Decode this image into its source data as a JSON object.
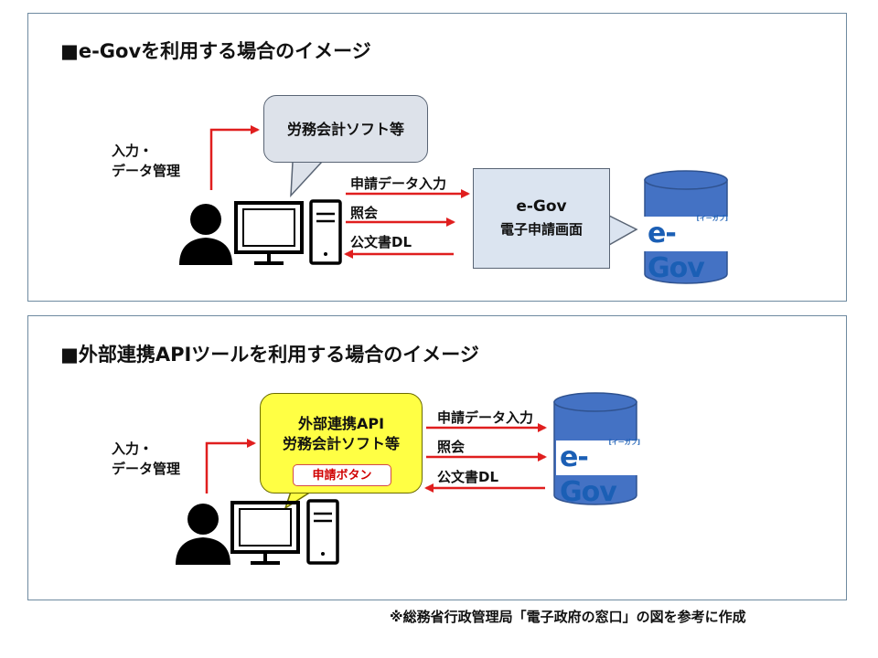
{
  "panel1": {
    "title": "■e-Govを利用する場合のイメージ",
    "input_label": "入力・\nデータ管理",
    "bubble": "労務会計ソフト等",
    "arrow_submit": "申請データ入力",
    "arrow_query": "照会",
    "arrow_download": "公文書DL",
    "screen_title": "e-Gov",
    "screen_subtitle": "電子申請画面",
    "logo_main": "e-Gov",
    "logo_kana": "[イーガブ]"
  },
  "panel2": {
    "title": "■外部連携APIツールを利用する場合のイメージ",
    "input_label": "入力・\nデータ管理",
    "bubble_line1": "外部連携API",
    "bubble_line2": "労務会計ソフト等",
    "button_label": "申請ボタン",
    "arrow_submit": "申請データ入力",
    "arrow_query": "照会",
    "arrow_download": "公文書DL",
    "logo_main": "e-Gov",
    "logo_kana": "[イーガブ]"
  },
  "footer": "※総務省行政管理局「電子政府の窓口」の図を参考に作成",
  "colors": {
    "arrow_red": "#e01e1e",
    "cylinder_blue": "#4472c4",
    "bubble_gray": "#dde2ea",
    "bubble_yellow": "#ffff44",
    "screen_blue": "#dbe4f0",
    "panel_border": "#6e8aa0"
  }
}
